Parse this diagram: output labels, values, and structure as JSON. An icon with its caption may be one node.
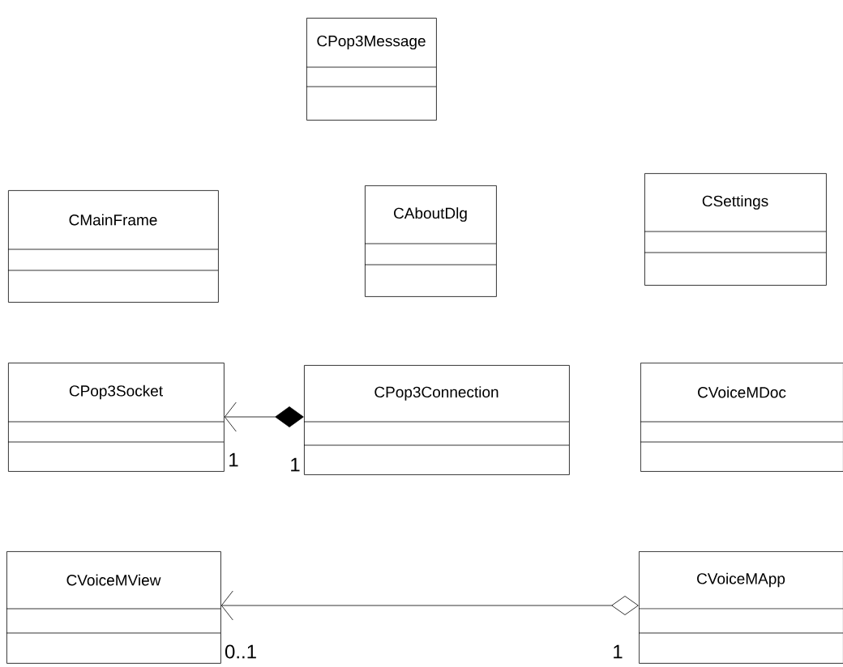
{
  "diagram": {
    "nodes": [
      {
        "text": [
          "CPop3Message"
        ]
      },
      {
        "text": [
          "CMainFrame"
        ]
      },
      {
        "text": [
          "CAboutDlg"
        ]
      },
      {
        "text": [
          "CSettings"
        ]
      },
      {
        "text": [
          "CPop3Socket"
        ]
      },
      {
        "text": [
          "CPop3Connection"
        ]
      },
      {
        "text": [
          "CVoiceMDoc"
        ]
      },
      {
        "text": [
          "CVoiceMView"
        ]
      },
      {
        "text": [
          "CVoiceMApp"
        ]
      }
    ],
    "edges": [
      {
        "from": 5,
        "to": 4,
        "arrow": "to"
      },
      {
        "from": 8,
        "to": 7,
        "arrow": "to"
      }
    ],
    "labels": [
      "1",
      "1",
      "0..1",
      "1"
    ]
  }
}
